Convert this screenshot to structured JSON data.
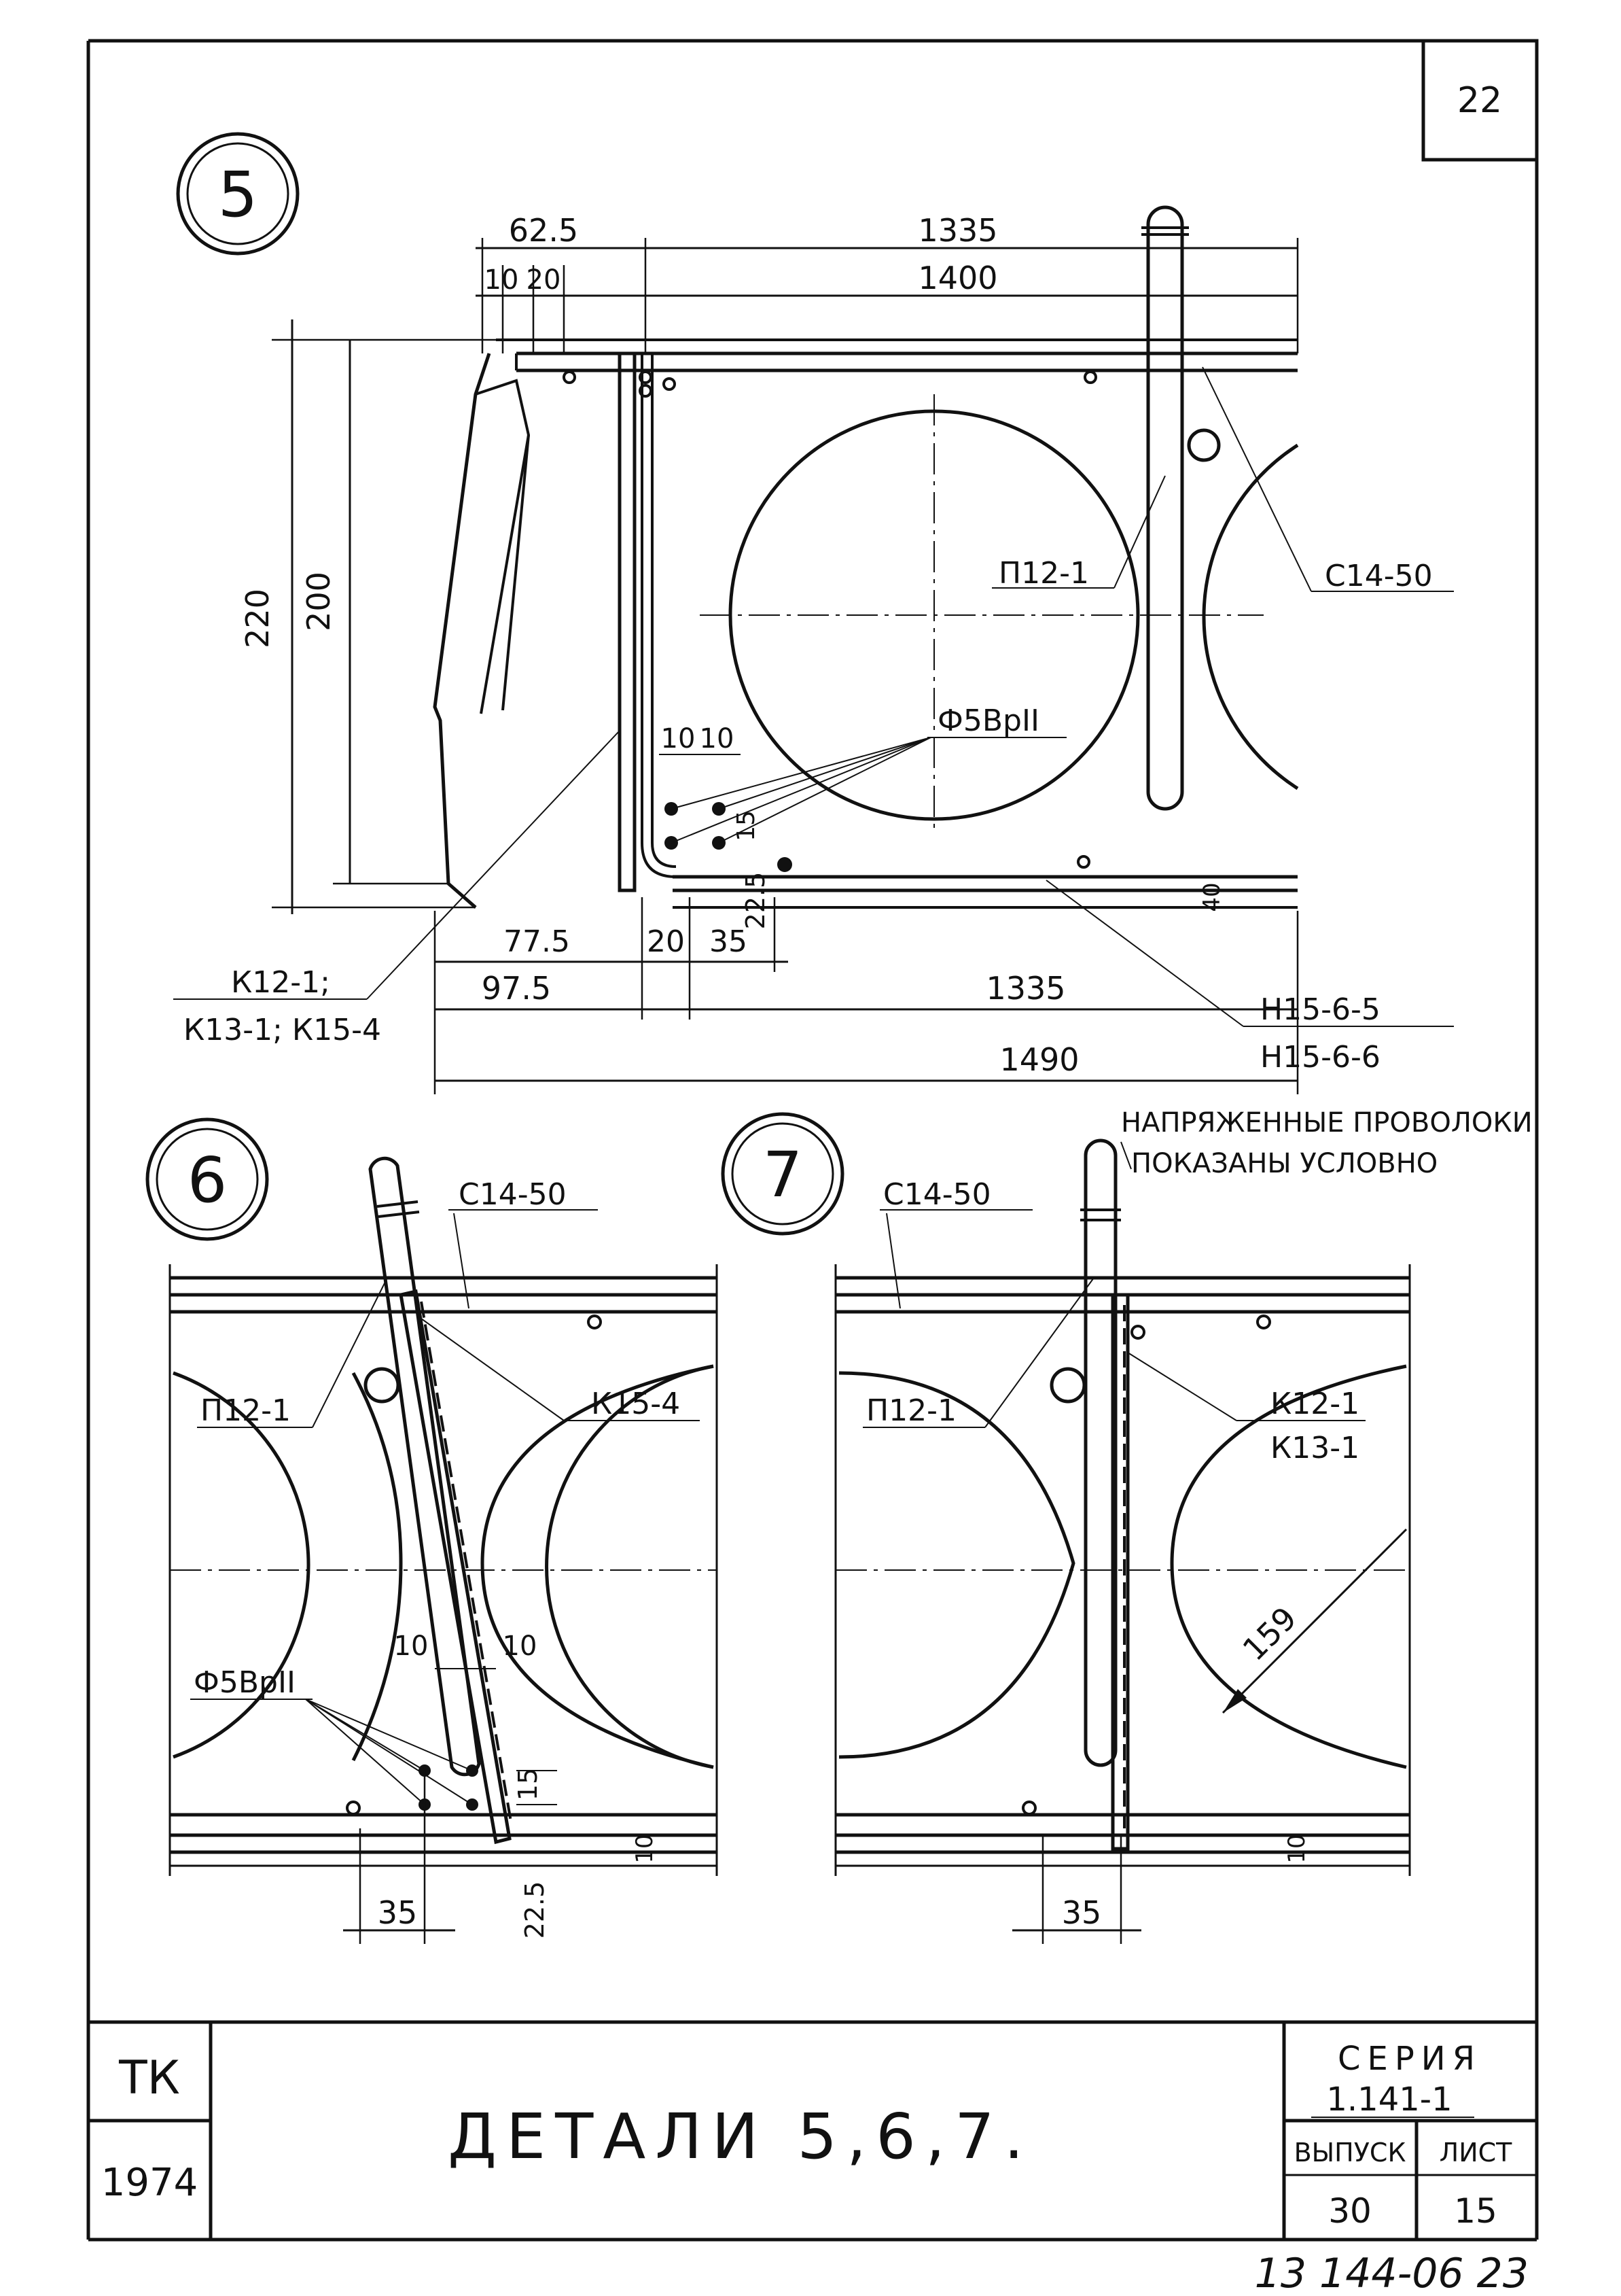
{
  "sheet": {
    "page_number": "22",
    "footer_handwritten": "13 144-06 23"
  },
  "title_block": {
    "org": "ТК",
    "year": "1974",
    "title": "ДЕТАЛИ 5,6,7.",
    "series_label": "СЕРИЯ",
    "series_value": "1.141-1",
    "issue_label": "ВЫПУСК",
    "issue_value": "30",
    "sheet_label": "ЛИСТ",
    "sheet_value": "15"
  },
  "detail5": {
    "number": "5",
    "dims": {
      "top_a": "62.5",
      "top_b": "1335",
      "top_c": "10",
      "top_d": "20",
      "top_e": "1400",
      "left_outer": "220",
      "left_inner": "200",
      "bottom_a": "77.5",
      "bottom_b": "20",
      "bottom_c": "35",
      "bottom_d": "22.5",
      "bottom_e": "1335",
      "bottom_f": "97.5",
      "bottom_total": "1490",
      "side_small": "40",
      "rebar_v": "15",
      "rebar_h1": "10",
      "rebar_h2": "10"
    },
    "labels": {
      "p12": "П12-1",
      "c14": "С14-50",
      "wire": "Ф5ВрII",
      "k12_line1": "К12-1;",
      "k12_line2": "К13-1; К15-4",
      "h15_a": "Н15-6-5",
      "h15_b": "Н15-6-6"
    }
  },
  "detail6": {
    "number": "6",
    "labels": {
      "c14": "С14-50",
      "p12": "П12-1",
      "k15": "К15-4",
      "wire": "Ф5ВрII"
    },
    "dims": {
      "d10a": "10",
      "d10b": "10",
      "d15": "15",
      "d35": "35",
      "d225": "22.5",
      "d10c": "10"
    }
  },
  "detail7": {
    "number": "7",
    "note_line1": "НАПРЯЖЕННЫЕ ПРОВОЛОКИ",
    "note_line2": "ПОКАЗАНЫ УСЛОВНО",
    "labels": {
      "c14": "С14-50",
      "p12": "П12-1",
      "k12": "К12-1",
      "k13": "К13-1"
    },
    "dims": {
      "diameter": "159",
      "d35": "35",
      "d10": "10"
    }
  }
}
